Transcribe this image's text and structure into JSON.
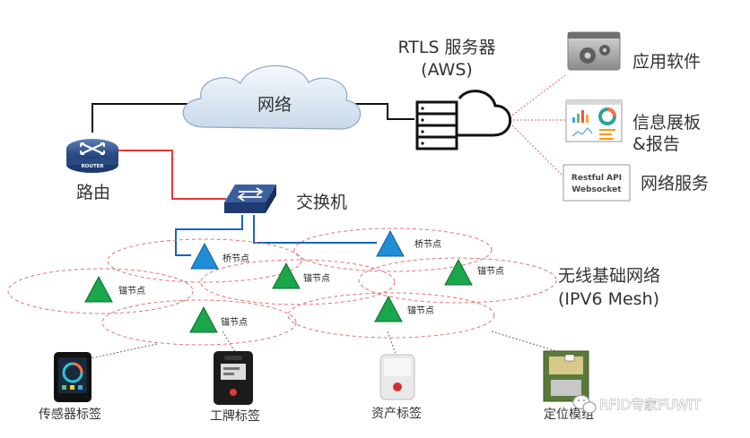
{
  "labels": {
    "rtls_server_line1": "RTLS 服务器",
    "rtls_server_line2": "(AWS)",
    "network": "网络",
    "router": "路由",
    "router_badge": "ROUTER",
    "switch": "交换机",
    "app_software": "应用软件",
    "dashboard_line1": "信息展板",
    "dashboard_line2": "&报告",
    "restful_line1": "Restful API",
    "restful_line2": "Websocket",
    "web_service": "网络服务",
    "wireless_line1": "无线基础网络",
    "wireless_line2": "(IPV6 Mesh)",
    "bridge_node": "桥节点",
    "anchor_node": "锚节点",
    "sensor_tag": "传感器标签",
    "badge_tag": "工牌标签",
    "asset_tag": "资产标签",
    "positioning_module": "定位模组",
    "watermark": "RFID专家FUWIT"
  },
  "colors": {
    "bridge": "#1e8fd6",
    "anchor": "#1aa64a",
    "router_link": "#e53935",
    "switch_link": "#1565c0",
    "mesh_outline": "#e57373",
    "text": "#333333"
  },
  "icons": {
    "network": "cloud-icon",
    "server": "server-rack-icon",
    "router": "router-icon",
    "switch": "switch-icon",
    "app": "gear-window-icon",
    "dashboard": "dashboard-chart-icon"
  }
}
